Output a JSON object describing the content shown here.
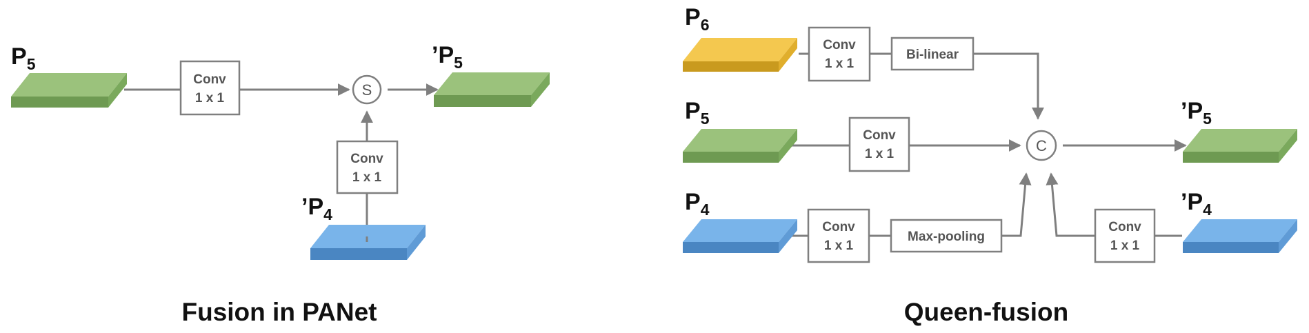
{
  "colors": {
    "green_top": "#9bc27c",
    "green_front": "#6e9a52",
    "green_side": "#7aa95c",
    "blue_top": "#79b4ea",
    "blue_front": "#4a86c2",
    "blue_side": "#5f9bd6",
    "yellow_top": "#f4c84f",
    "yellow_front": "#c99a1e",
    "yellow_side": "#e0ae2c",
    "line": "#7f7f7f",
    "box_text": "#555555"
  },
  "left_panel": {
    "caption": "Fusion in PANet",
    "p5_label": {
      "main": "P",
      "sub": "5"
    },
    "p5_out_label": {
      "prime": "’",
      "main": "P",
      "sub": "5"
    },
    "p4_in_label": {
      "prime": "’",
      "main": "P",
      "sub": "4"
    },
    "conv_top": {
      "line1": "Conv",
      "line2": "1 x 1"
    },
    "conv_vertical": {
      "line1": "Conv",
      "line2": "1 x 1"
    },
    "sum_node": "S"
  },
  "right_panel": {
    "caption": "Queen-fusion",
    "p6_label": {
      "main": "P",
      "sub": "6"
    },
    "p5_label": {
      "main": "P",
      "sub": "5"
    },
    "p4_label": {
      "main": "P",
      "sub": "4"
    },
    "p5_out_label": {
      "prime": "’",
      "main": "P",
      "sub": "5"
    },
    "p4_prime_label": {
      "prime": "’",
      "main": "P",
      "sub": "4"
    },
    "conv_p6": {
      "line1": "Conv",
      "line2": "1 x 1"
    },
    "conv_p5": {
      "line1": "Conv",
      "line2": "1 x 1"
    },
    "conv_p4": {
      "line1": "Conv",
      "line2": "1 x 1"
    },
    "conv_p4_prime": {
      "line1": "Conv",
      "line2": "1 x 1"
    },
    "bilinear": "Bi-linear",
    "maxpool": "Max-pooling",
    "concat_node": "C"
  }
}
